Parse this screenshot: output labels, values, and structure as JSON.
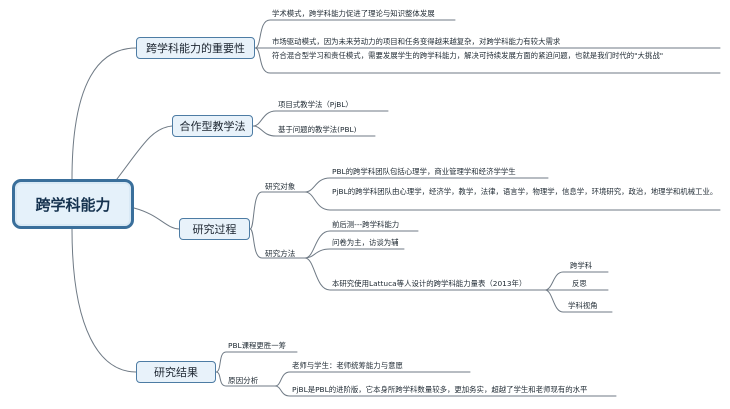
{
  "root": "跨学科能力",
  "branches": {
    "importance": {
      "title": "跨学科能力的重要性",
      "items": [
        "学术模式，跨学科能力促进了理论与知识整体发展",
        "市场驱动模式，因为未来劳动力的项目和任务变得越来越复杂，对跨学科能力有较大需求",
        "符合混合型学习和责任模式，需要发展学生的跨学科能力，解决可持续发展方面的紧迫问题，也就是我们时代的\"大挑战\""
      ]
    },
    "coop": {
      "title": "合作型教学法",
      "items": [
        "项目式教学法（PjBL）",
        "基于问题的教学法(PBL)"
      ]
    },
    "process": {
      "title": "研究过程",
      "subjects": {
        "label": "研究对象",
        "items": [
          "PBL的跨学科团队包括心理学，商业管理学和经济学学生",
          "PjBL的跨学科团队由心理学，经济学，教学，法律，语言学，物理学，信息学，环境研究，政治，地理学和机械工业。"
        ]
      },
      "methods": {
        "label": "研究方法",
        "items": [
          "前后测---跨学科能力",
          "问卷为主，访谈为辅",
          "本研究使用Lattuca等人设计的跨学科能力量表（2013年）"
        ],
        "scale_items": [
          "跨学科",
          "反思",
          "学科视角"
        ]
      }
    },
    "results": {
      "title": "研究结果",
      "items": [
        "PBL课程更胜一筹"
      ],
      "reasons": {
        "label": "原因分析",
        "items": [
          "老师与学生：老师统筹能力与意愿",
          "PjBL是PBL的进阶版，它本身所跨学科数量较多，更加务实，超越了学生和老师现有的水平"
        ]
      }
    }
  },
  "colors": {
    "line": "#6f7a85",
    "node_border": "#4d7ca4",
    "node_fill": "#e8f2fa",
    "root_border": "#3a6f9b"
  }
}
